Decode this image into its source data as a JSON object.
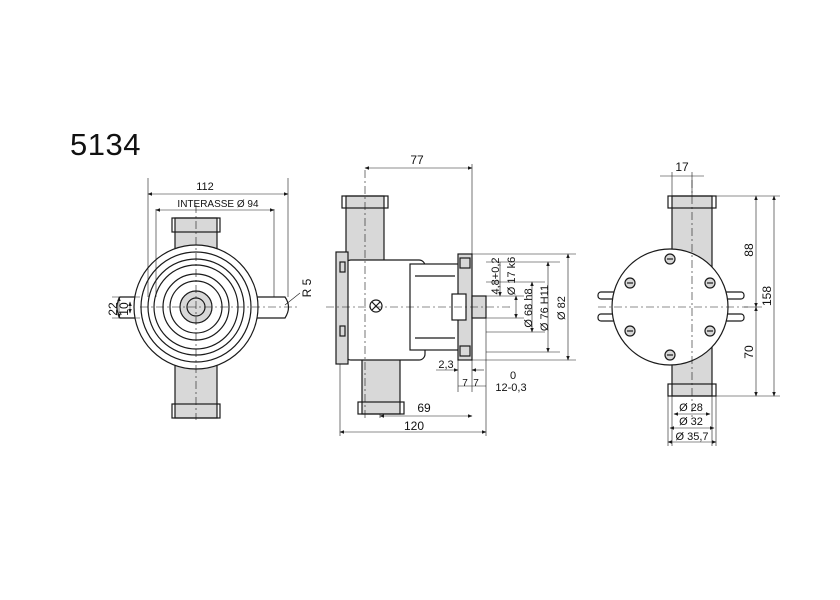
{
  "drawing": {
    "model_number": "5134",
    "front_view": {
      "width_label": "112",
      "interasse_label": "INTERASSE Ø 94",
      "height_outer_label": "22",
      "height_inner_label": "10",
      "radius_label": "R 5"
    },
    "side_view": {
      "top_label": "77",
      "shaft_key_label": "4,8+0,2",
      "shaft_dia_label": "Ø 17 k6",
      "pilot_dia_label": "Ø 68 h8",
      "flange_inner_label": "Ø 76 H11",
      "flange_outer_label": "Ø 82",
      "offset_label": "2,3",
      "zero_label": "0",
      "seven_left": "7",
      "seven_right": "7",
      "shaft_len_label": "12-0,3",
      "port_offset_label": "69",
      "total_len_label": "120"
    },
    "back_view": {
      "top_label": "17",
      "upper_height_label": "88",
      "total_height_label": "158",
      "lower_height_label": "70",
      "port_d1_label": "Ø 28",
      "port_d2_label": "Ø 32",
      "port_d3_label": "Ø 35,7"
    }
  }
}
